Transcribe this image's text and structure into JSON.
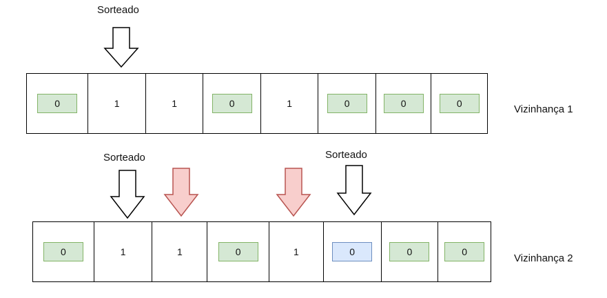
{
  "rows": [
    {
      "title": "Vizinhança 1",
      "cells": [
        {
          "value": "0",
          "style": "green"
        },
        {
          "value": "1",
          "style": "plain"
        },
        {
          "value": "1",
          "style": "plain"
        },
        {
          "value": "0",
          "style": "green"
        },
        {
          "value": "1",
          "style": "plain"
        },
        {
          "value": "0",
          "style": "green"
        },
        {
          "value": "0",
          "style": "green"
        },
        {
          "value": "0",
          "style": "green"
        }
      ],
      "marker_label": "Sorteado"
    },
    {
      "title": "Vizinhança 2",
      "cells": [
        {
          "value": "0",
          "style": "green"
        },
        {
          "value": "1",
          "style": "plain"
        },
        {
          "value": "1",
          "style": "plain"
        },
        {
          "value": "0",
          "style": "green"
        },
        {
          "value": "1",
          "style": "plain"
        },
        {
          "value": "0",
          "style": "blue"
        },
        {
          "value": "0",
          "style": "green"
        },
        {
          "value": "0",
          "style": "green"
        }
      ],
      "marker_labels": [
        "Sorteado",
        "Sorteado"
      ]
    }
  ],
  "colors": {
    "green_fill": "#d5e8d4",
    "green_stroke": "#82b366",
    "blue_fill": "#dae8fc",
    "blue_stroke": "#6c8ebf",
    "red_arrow_fill": "#f8cecc",
    "red_arrow_stroke": "#b85450"
  }
}
